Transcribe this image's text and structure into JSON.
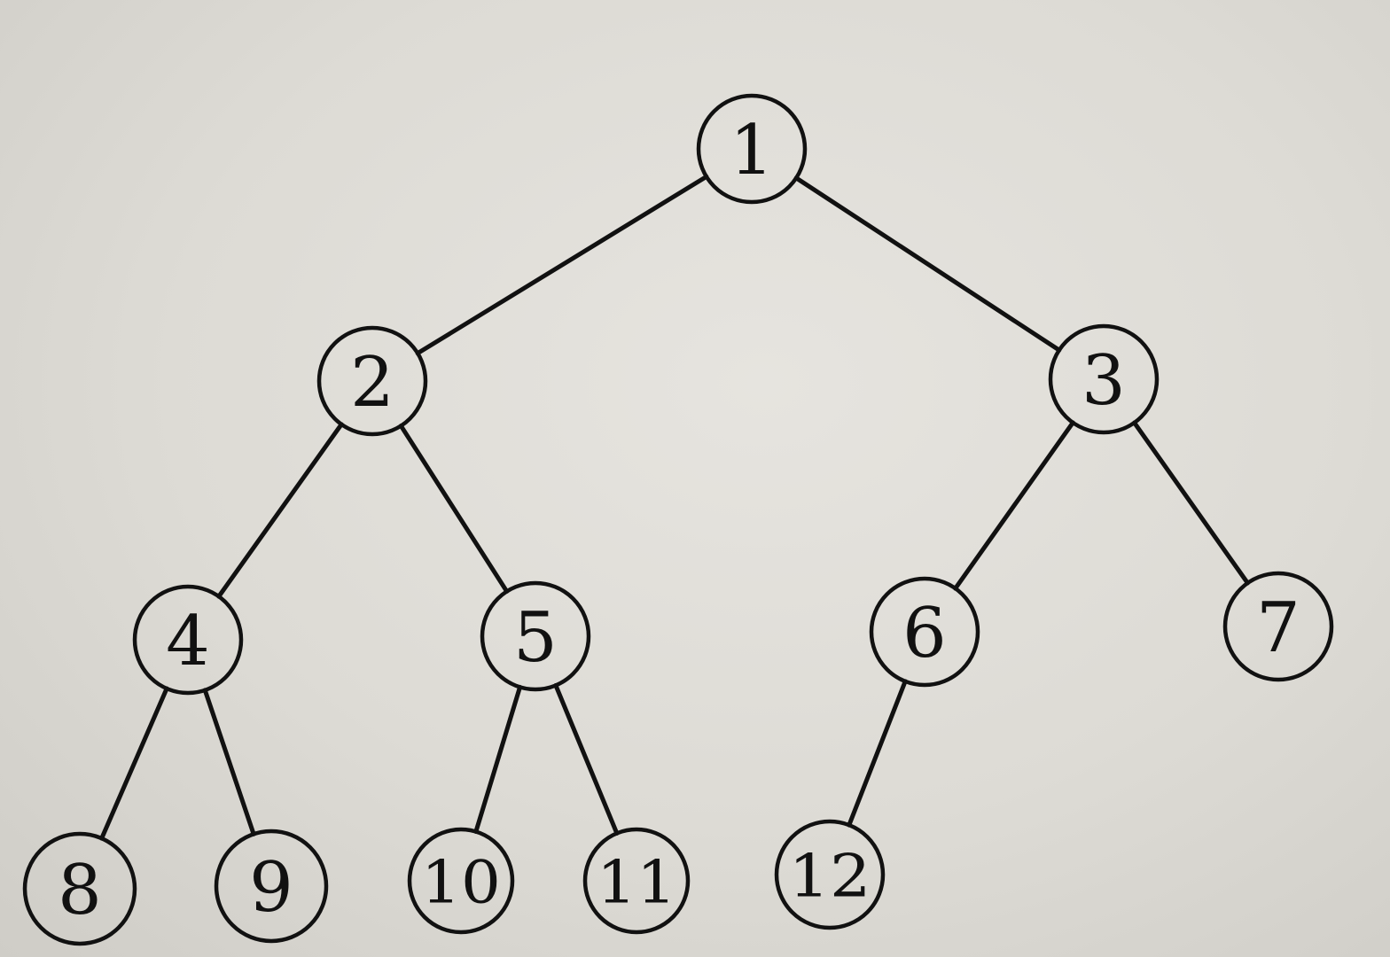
{
  "diagram": {
    "type": "binary-tree",
    "nodes": [
      {
        "id": "1",
        "label": "1"
      },
      {
        "id": "2",
        "label": "2"
      },
      {
        "id": "3",
        "label": "3"
      },
      {
        "id": "4",
        "label": "4"
      },
      {
        "id": "5",
        "label": "5"
      },
      {
        "id": "6",
        "label": "6"
      },
      {
        "id": "7",
        "label": "7"
      },
      {
        "id": "8",
        "label": "8"
      },
      {
        "id": "9",
        "label": "9"
      },
      {
        "id": "10",
        "label": "10"
      },
      {
        "id": "11",
        "label": "11"
      },
      {
        "id": "12",
        "label": "12"
      }
    ],
    "edges": [
      {
        "from": "1",
        "to": "2"
      },
      {
        "from": "1",
        "to": "3"
      },
      {
        "from": "2",
        "to": "4"
      },
      {
        "from": "2",
        "to": "5"
      },
      {
        "from": "3",
        "to": "6"
      },
      {
        "from": "3",
        "to": "7"
      },
      {
        "from": "4",
        "to": "8"
      },
      {
        "from": "4",
        "to": "9"
      },
      {
        "from": "5",
        "to": "10"
      },
      {
        "from": "5",
        "to": "11"
      },
      {
        "from": "6",
        "to": "12"
      }
    ]
  }
}
